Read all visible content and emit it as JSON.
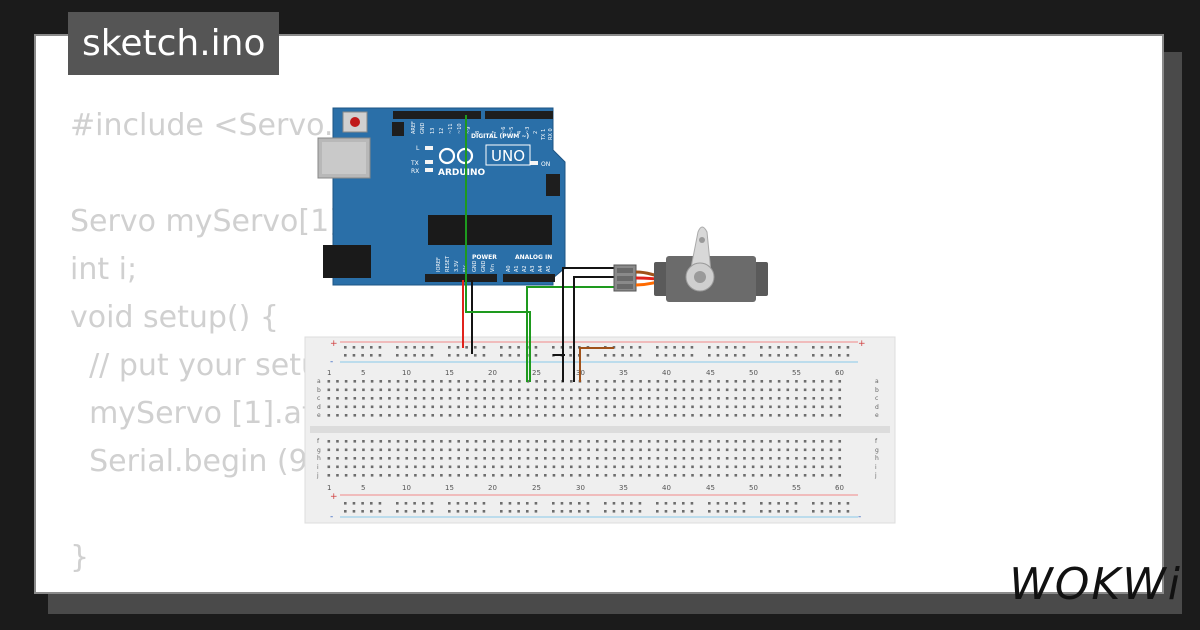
{
  "tab": {
    "filename": "sketch.ino"
  },
  "code_lines": [
    "#include <Servo.h>",
    "",
    "Servo myServo[1];",
    "int i;",
    "void setup() {",
    "  // put your setup code here, to run once:",
    "  myServo [1].attach(3);",
    "  Serial.begin (9600);",
    "",
    "}"
  ],
  "arduino": {
    "brand": "ARDUINO",
    "model": "UNO",
    "digital_header": "DIGITAL (PWM ~)",
    "power_header": "POWER",
    "analog_header": "ANALOG IN",
    "led_l": "L",
    "led_tx": "TX",
    "led_rx": "RX",
    "led_on": "ON",
    "top_pins": [
      "AREF",
      "GND",
      "13",
      "12",
      "~11",
      "~10",
      "~9",
      "8",
      "7",
      "~6",
      "~5",
      "4",
      "~3",
      "2",
      "TX 1",
      "RX 0"
    ],
    "bottom_pins": [
      "IOREF",
      "RESET",
      "3.3V",
      "5V",
      "GND",
      "GND",
      "Vin",
      "A0",
      "A1",
      "A2",
      "A3",
      "A4",
      "A5"
    ]
  },
  "breadboard": {
    "column_numbers": [
      "1",
      "5",
      "10",
      "15",
      "20",
      "25",
      "30",
      "35",
      "40",
      "45",
      "50",
      "55",
      "60"
    ],
    "row_letters_top": [
      "a",
      "b",
      "c",
      "d",
      "e"
    ],
    "row_letters_bottom": [
      "f",
      "g",
      "h",
      "i",
      "j"
    ],
    "rail_plus": "+",
    "rail_minus": "-"
  },
  "wire_colors": {
    "red": "#e0231c",
    "black": "#141414",
    "green": "#1e9a1e",
    "brown": "#a0521a",
    "orange": "#ff6a00"
  },
  "brand": {
    "logo": "WOKWi"
  }
}
